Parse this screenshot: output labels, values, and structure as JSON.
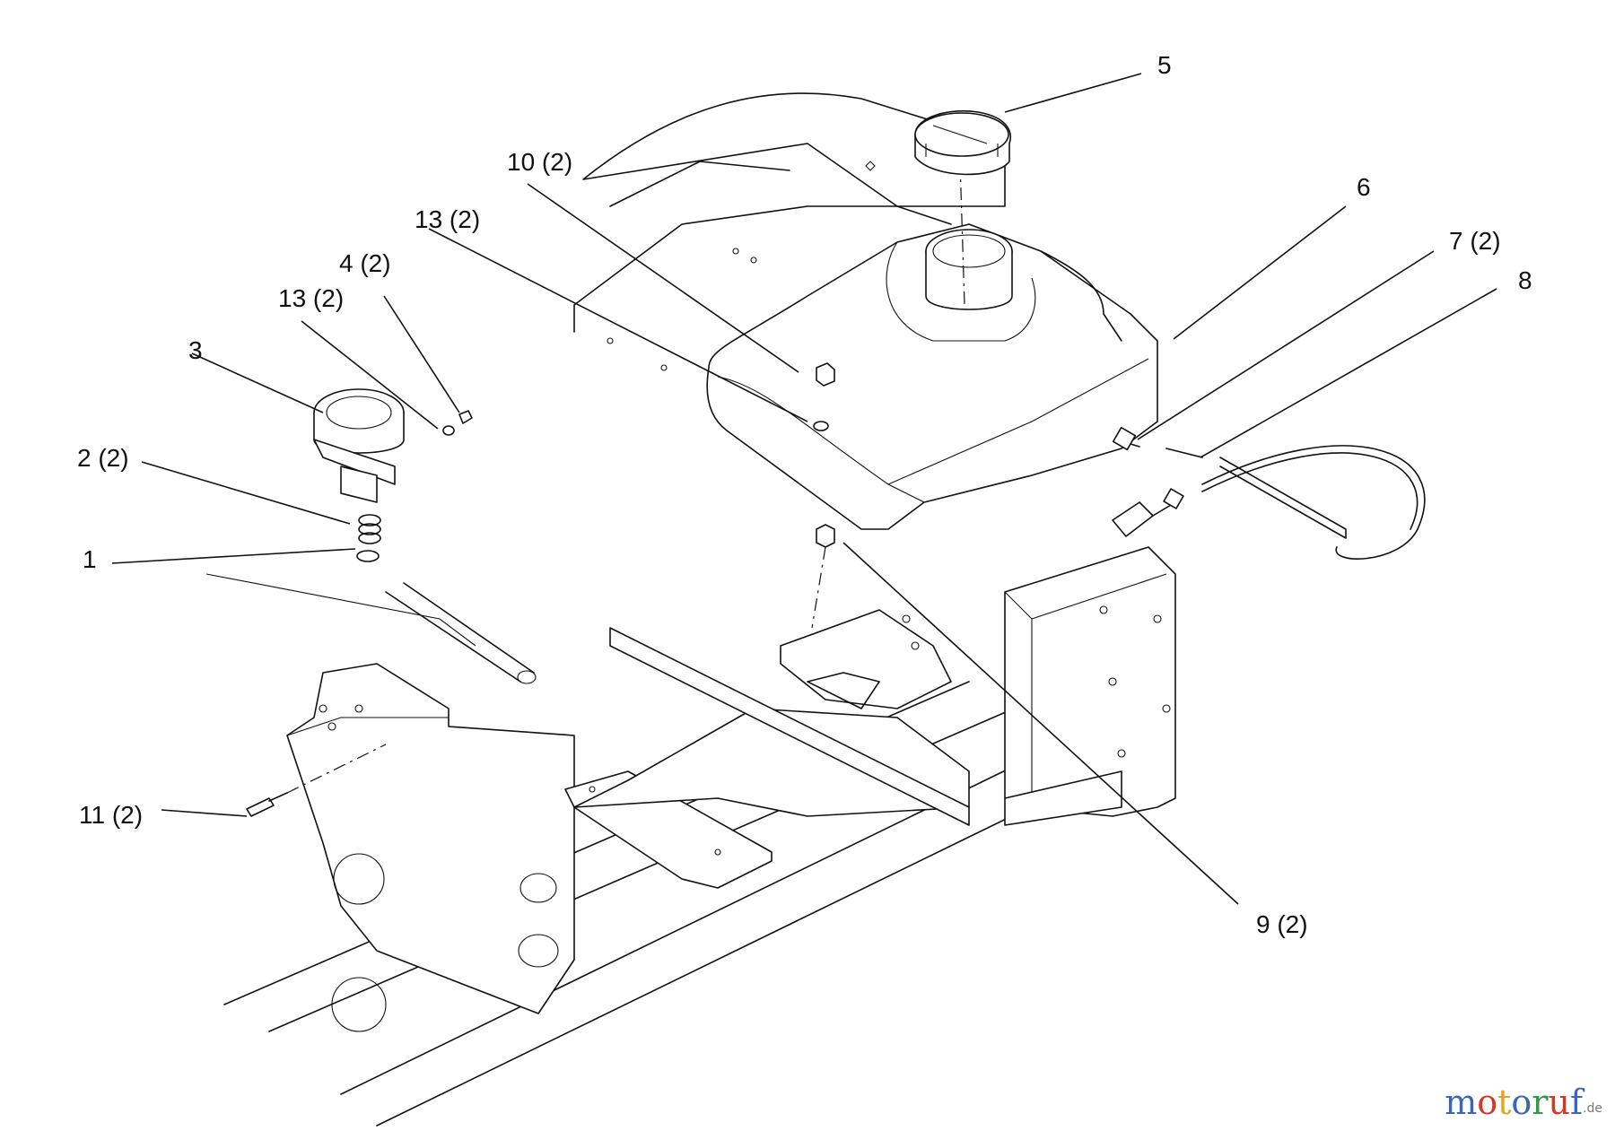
{
  "diagram": {
    "title": "Fuel tank assembly exploded view",
    "callouts": [
      {
        "id": "c5",
        "text": "5"
      },
      {
        "id": "c10",
        "text": "10 (2)"
      },
      {
        "id": "c13a",
        "text": "13 (2)"
      },
      {
        "id": "c6",
        "text": "6"
      },
      {
        "id": "c72",
        "text": "7 (2)"
      },
      {
        "id": "c4",
        "text": "4 (2)"
      },
      {
        "id": "c8",
        "text": "8"
      },
      {
        "id": "c13b",
        "text": "13 (2)"
      },
      {
        "id": "c3",
        "text": "3"
      },
      {
        "id": "c2",
        "text": "2 (2)"
      },
      {
        "id": "c1",
        "text": "1"
      },
      {
        "id": "c11",
        "text": "11 (2)"
      },
      {
        "id": "c9",
        "text": "9 (2)"
      }
    ]
  },
  "watermark": {
    "letters": [
      {
        "ch": "m",
        "color": "#3a66b4"
      },
      {
        "ch": "o",
        "color": "#d03a2c"
      },
      {
        "ch": "t",
        "color": "#e3a51c"
      },
      {
        "ch": "o",
        "color": "#3a66b4"
      },
      {
        "ch": "r",
        "color": "#2e9b48"
      },
      {
        "ch": "u",
        "color": "#d03a2c"
      },
      {
        "ch": "f",
        "color": "#3a66b4"
      }
    ],
    "suffix": ".de"
  }
}
